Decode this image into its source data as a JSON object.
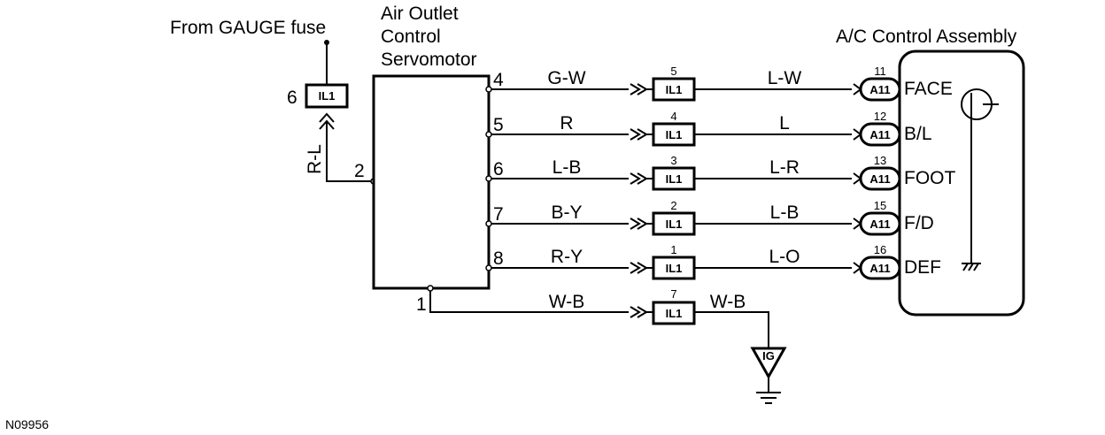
{
  "source_label": "From GAUGE fuse",
  "servomotor_title": [
    "Air Outlet",
    "Control",
    "Servomotor"
  ],
  "assembly_title": "A/C Control Assembly",
  "fuse_connector": {
    "pin": "6",
    "code": "IL1"
  },
  "power_wire_color": "R-L",
  "servo_power_pin": "2",
  "signal_rows": [
    {
      "servo_pin": "4",
      "wire_left": "G-W",
      "il1_pin": "5",
      "il1": "IL1",
      "wire_right": "L-W",
      "a11_pin": "11",
      "a11": "A11",
      "function": "FACE"
    },
    {
      "servo_pin": "5",
      "wire_left": "R",
      "il1_pin": "4",
      "il1": "IL1",
      "wire_right": "L",
      "a11_pin": "12",
      "a11": "A11",
      "function": "B/L"
    },
    {
      "servo_pin": "6",
      "wire_left": "L-B",
      "il1_pin": "3",
      "il1": "IL1",
      "wire_right": "L-R",
      "a11_pin": "13",
      "a11": "A11",
      "function": "FOOT"
    },
    {
      "servo_pin": "7",
      "wire_left": "B-Y",
      "il1_pin": "2",
      "il1": "IL1",
      "wire_right": "L-B",
      "a11_pin": "15",
      "a11": "A11",
      "function": "F/D"
    },
    {
      "servo_pin": "8",
      "wire_left": "R-Y",
      "il1_pin": "1",
      "il1": "IL1",
      "wire_right": "L-O",
      "a11_pin": "16",
      "a11": "A11",
      "function": "DEF"
    }
  ],
  "ground_row": {
    "servo_pin": "1",
    "wire_left": "W-B",
    "il1_pin": "7",
    "il1": "IL1",
    "wire_right": "W-B",
    "ground_point": "IG"
  },
  "figure_code": "N09956"
}
